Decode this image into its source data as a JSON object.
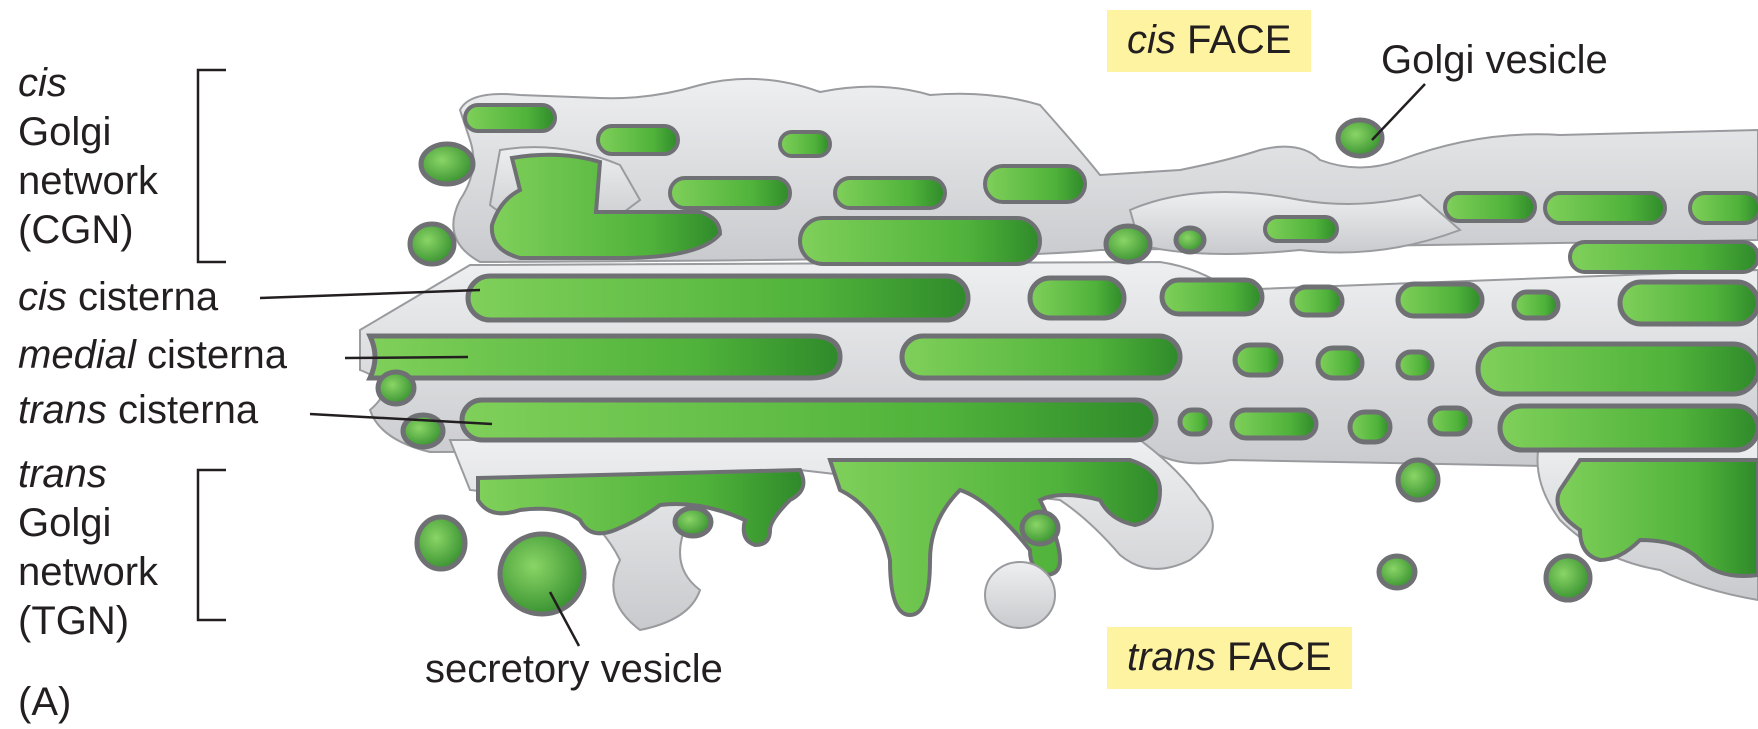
{
  "colors": {
    "membrane_fill": "#dcdde0",
    "membrane_outline": "#6f7074",
    "lumen_green": "#5fbd3f",
    "lumen_dark_green": "#2f8a2a",
    "face_label_bg": "#fdf3a0"
  },
  "labels": {
    "cgn": {
      "line1": "cis",
      "line2": "Golgi",
      "line3": "network",
      "line4": "(CGN)"
    },
    "cis_cisterna": {
      "italic": "cis",
      "rest": " cisterna"
    },
    "medial_cisterna": {
      "italic": "medial",
      "rest": " cisterna"
    },
    "trans_cisterna": {
      "italic": "trans",
      "rest": " cisterna"
    },
    "tgn": {
      "line1": "trans",
      "line2": "Golgi",
      "line3": "network",
      "line4": "(TGN)"
    },
    "cis_face": {
      "italic": "cis",
      "rest": " FACE"
    },
    "trans_face": {
      "italic": "trans",
      "rest": " FACE"
    },
    "golgi_vesicle": "Golgi vesicle",
    "secretory_vesicle": "secretory vesicle",
    "panel": "(A)"
  }
}
